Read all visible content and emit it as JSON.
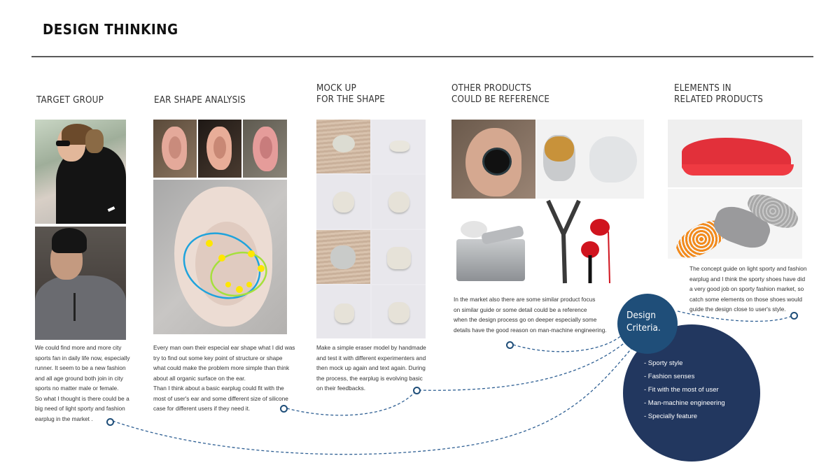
{
  "header": {
    "title": "DESIGN THINKING"
  },
  "sections": [
    {
      "id": "target-group",
      "heading": "TARGET GROUP",
      "images": [
        "woman-runner-photo",
        "man-runner-photo"
      ],
      "description": "We could find more and more city\nsports fan in daily life now, especially\nrunner. It seem to be a new fashion\nand all age ground both join in city\nsports no matter male or female.\nSo what I thought is there could be a\nbig need of light sporty and fashion\nearplug in the market ."
    },
    {
      "id": "ear-shape-analysis",
      "heading": "EAR SHAPE ANALYSIS",
      "images": [
        "ear-photo-1",
        "ear-photo-2",
        "ear-photo-3",
        "ear-earplug-analysis-photo"
      ],
      "description": "Every man own their especial ear shape what I did was\ntry to find out some key point of structure or shape\nwhat could make the problem more simple than think\nabout all organic surface on the ear.\nThan I think about a basic earplug could fit with the\nmost of user's ear and some different size of silicone\ncase for different users if they need it."
    },
    {
      "id": "mock-up",
      "heading": "MOCK UP\nFOR THE SHAPE",
      "images": [
        "mockup-1",
        "mockup-2",
        "mockup-3",
        "mockup-4",
        "mockup-5",
        "mockup-6",
        "mockup-7",
        "mockup-8"
      ],
      "description": "Make a simple eraser model by handmade\nand test it with different experimenters and\nthen mock up again and text again. During\nthe process, the earplug is evolving basic\non their feedbacks."
    },
    {
      "id": "other-products",
      "heading": "OTHER PRODUCTS\nCOULD BE REFERENCE",
      "images": [
        "in-ear-earbud-photo",
        "wood-silver-earpiece-photo",
        "bluetooth-headset-dock-photo",
        "red-sport-earphones-photo"
      ],
      "description": "In the market also there are some similar product focus\non similar guide or some detail could be a reference\nwhen the design process go on deeper especially some\ndetails have the good reason on man-machine engineering."
    },
    {
      "id": "elements-related",
      "heading": "ELEMENTS IN\nRELATED PRODUCTS",
      "images": [
        "red-sneaker-photo",
        "grey-knit-shoe-orange-sole-photo"
      ],
      "description": "The concept guide on light sporty and fashion\nearplug and I think the sporty shoes have did\na very good job on sporty fashion market, so\ncatch some elements on those shoes would\nguide the design close to user's style."
    }
  ],
  "criteria": {
    "title": "Design\nCriteria.",
    "items": [
      "- Sporty style",
      "- Fashion senses",
      "- Fit with the most of user",
      "- Man-machine engineering",
      "- Specially feature"
    ]
  },
  "colors": {
    "criteria_small": "#1f4e79",
    "criteria_big": "#22375f",
    "connector": "#2e5f93",
    "annotation_blue": "#1fa3dc",
    "annotation_green": "#a5e03c",
    "annotation_dot": "#ffe600"
  }
}
